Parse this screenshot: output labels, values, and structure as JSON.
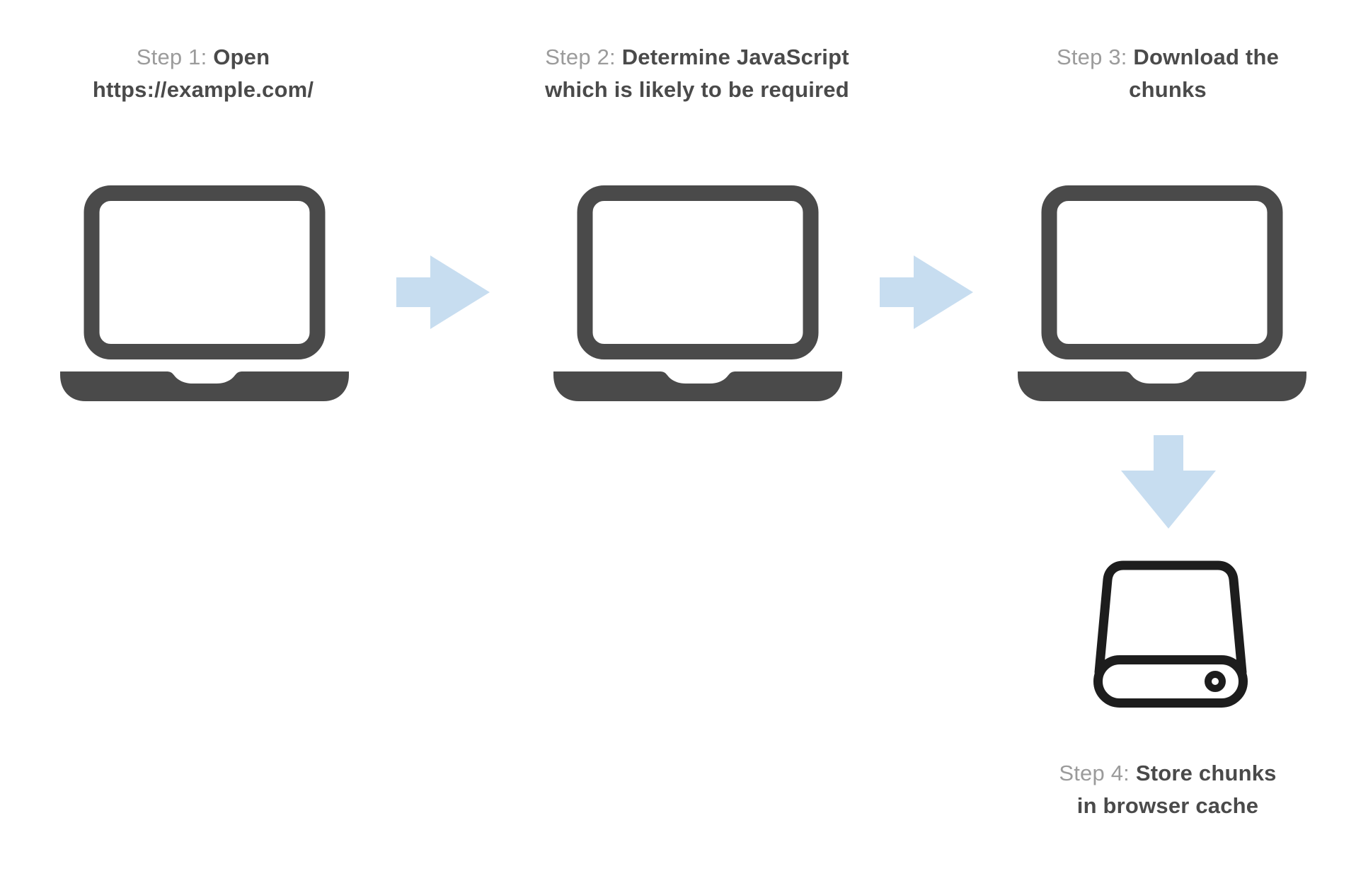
{
  "diagram": {
    "name": "code-splitting-caching-flow",
    "steps": [
      {
        "label": "Step 1:",
        "title": "Open https://example.com/",
        "title_line1": "Open",
        "title_line2": "https://example.com/",
        "icon": "laptop-icon"
      },
      {
        "label": "Step 2:",
        "title": "Determine JavaScript which is likely to be required",
        "title_line1": "Determine JavaScript",
        "title_line2": "which is likely to be required",
        "icon": "laptop-icon"
      },
      {
        "label": "Step 3:",
        "title": "Download the chunks",
        "title_line1": "Download the",
        "title_line2": "chunks",
        "icon": "laptop-icon"
      },
      {
        "label": "Step 4:",
        "title": "Store chunks in browser cache",
        "title_line1": "Store chunks",
        "title_line2": "in browser cache",
        "icon": "hard-drive-icon"
      }
    ],
    "connectors": [
      {
        "from": "step-1",
        "to": "step-2",
        "direction": "right"
      },
      {
        "from": "step-2",
        "to": "step-3",
        "direction": "right"
      },
      {
        "from": "step-3",
        "to": "step-4",
        "direction": "down"
      }
    ],
    "colors": {
      "step_label": "#9b9b9b",
      "step_title": "#4a4a4a",
      "laptop": "#4a4a4a",
      "arrow": "#c7ddf0",
      "drive": "#1d1d1d",
      "background": "#ffffff"
    }
  }
}
